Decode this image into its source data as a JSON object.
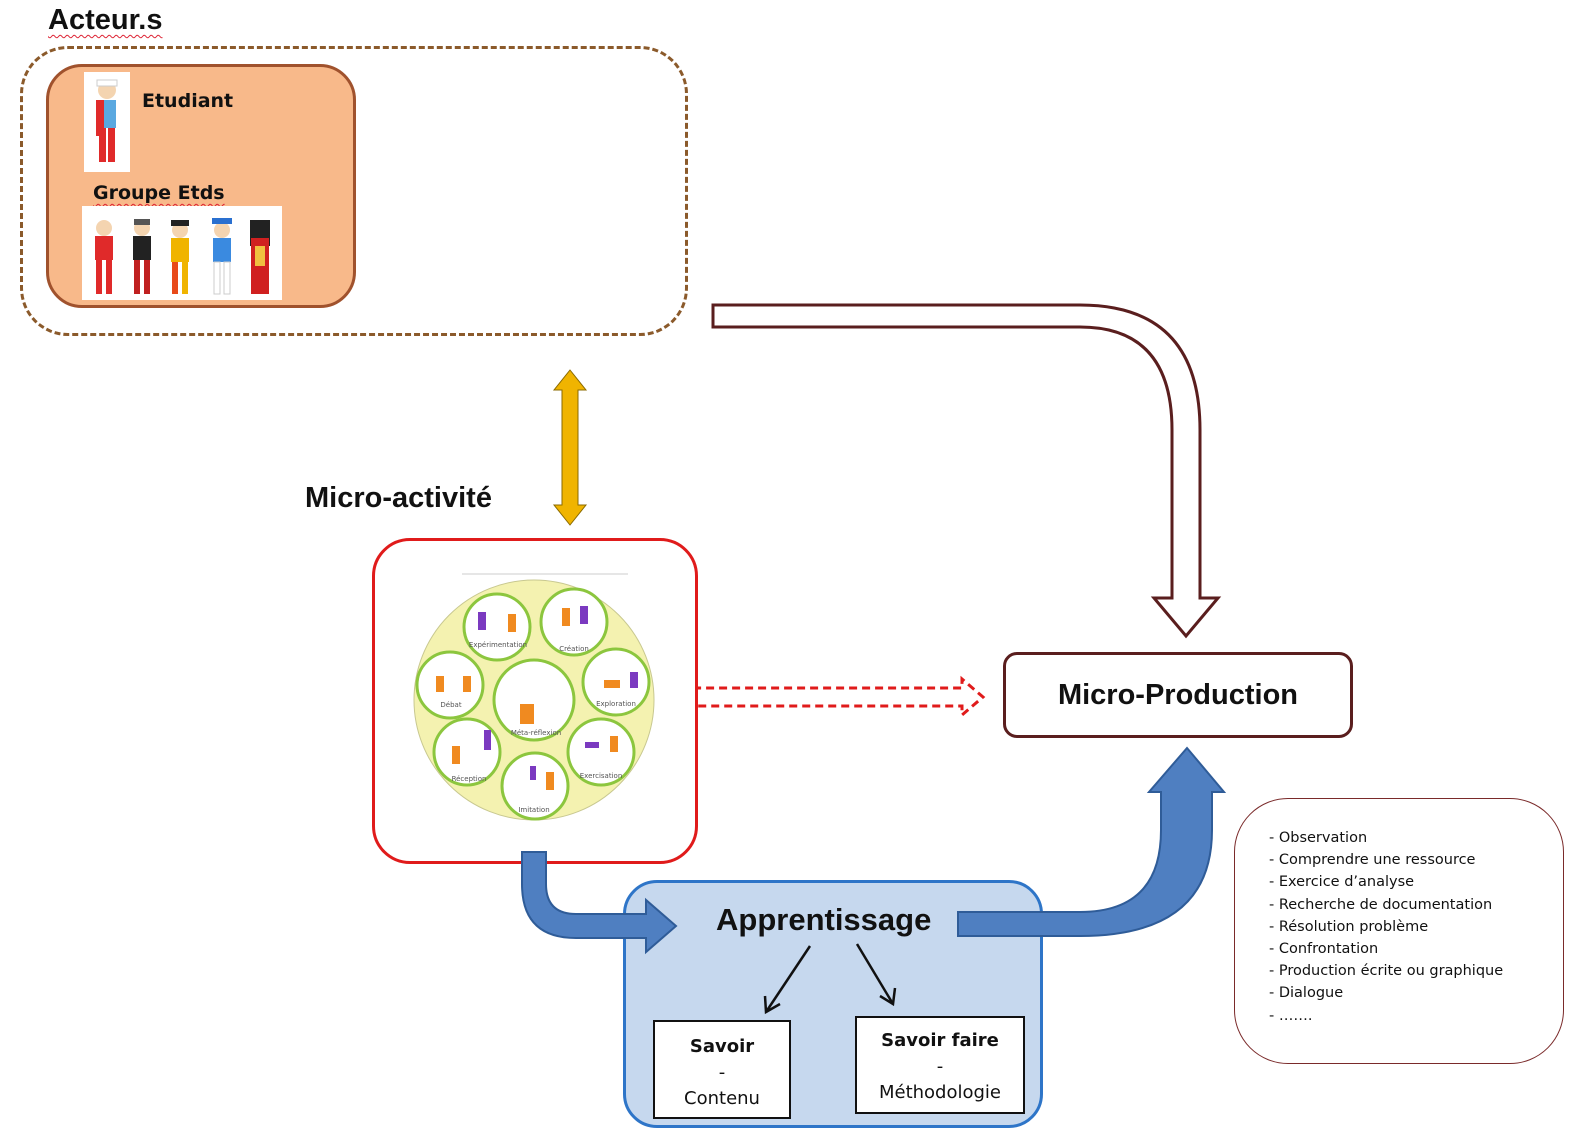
{
  "actors": {
    "title": "Acteur.s",
    "etudiant": "Etudiant",
    "groupe": "Groupe Etds"
  },
  "micro_activite": {
    "title": "Micro-activité",
    "wheel": {
      "center": "Méta-réflexion",
      "segments": [
        "Expérimentation",
        "Création",
        "Exploration",
        "Exercisation",
        "Imitation",
        "Réception",
        "Débat"
      ]
    }
  },
  "micro_production": {
    "label": "Micro-Production"
  },
  "apprentissage": {
    "label": "Apprentissage",
    "savoir": {
      "title": "Savoir",
      "dash": "-",
      "sub": "Contenu"
    },
    "savoir_faire": {
      "title": "Savoir faire",
      "dash": "-",
      "sub": "Méthodologie"
    }
  },
  "list_items": [
    "- Observation",
    "- Comprendre une ressource",
    "- Exercice d’analyse",
    "- Recherche de documentation",
    "- Résolution problème",
    "- Confrontation",
    "- Production écrite ou graphique",
    "- Dialogue",
    "- ……."
  ],
  "colors": {
    "actors_frame": "#8b5a2b",
    "actors_fill": "#f8b98a",
    "activity_border": "#e01b1b",
    "wheel_fill": "#f4f2b0",
    "wheel_ring": "#8cc63e",
    "production_border": "#5a1e1e",
    "learning_fill": "#c6d8ee",
    "learning_border": "#2e75c8",
    "blue_arrow": "#4f7fc1",
    "gold_arrow": "#f0b400",
    "red_dashed_arrow": "#e01b1b"
  }
}
